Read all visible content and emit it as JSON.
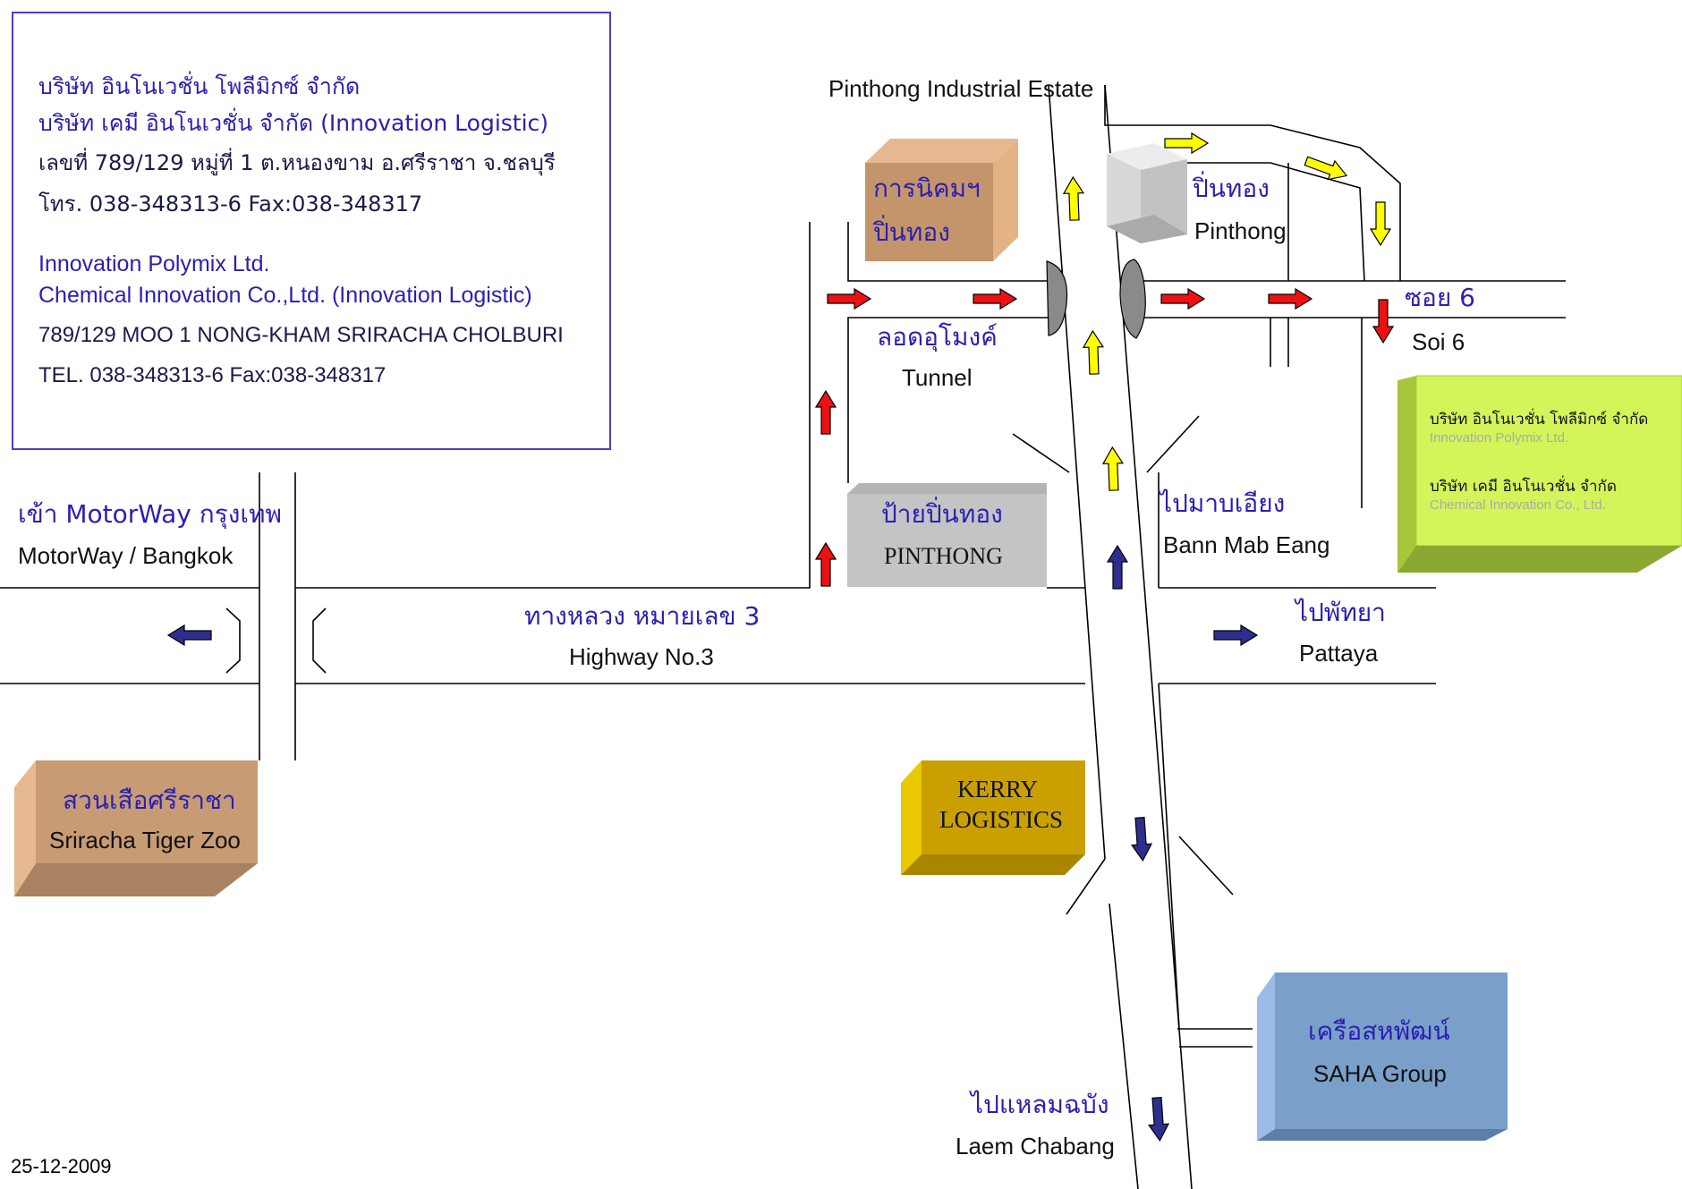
{
  "info": {
    "th_company1": "บริษัท อินโนเวชั่น โพลีมิกซ์ จำกัด",
    "th_company2": "บริษัท เคมี อินโนเวชั่น จำกัด  (Innovation Logistic)",
    "th_address": "เลขที่ 789/129 หมู่ที่ 1 ต.หนองขาม อ.ศรีราชา จ.ชลบุรี",
    "th_phone": "โทร. 038-348313-6 Fax:038-348317",
    "en_company1": "Innovation Polymix Ltd.",
    "en_company2": "Chemical Innovation Co.,Ltd. (Innovation Logistic)",
    "en_address": "789/129 MOO 1 NONG-KHAM SRIRACHA CHOLBURI",
    "en_phone": "TEL. 038-348313-6 Fax:038-348317"
  },
  "labels": {
    "estate": "Pinthong Industrial Estate",
    "nikom_th_1": "การนิคมฯ",
    "nikom_th_2": "ปิ่นทอง",
    "pinthong_th": "ปิ่นทอง",
    "pinthong_en": "Pinthong",
    "soi_th": "ซอย 6",
    "soi_en": "Soi 6",
    "tunnel_th": "ลอดอุโมงค์",
    "tunnel_en": "Tunnel",
    "sign_th": "ป้ายปิ่นทอง",
    "sign_en": "PINTHONG",
    "mabeang_th": "ไปมาบเอียง",
    "mabeang_en": "Bann Mab Eang",
    "motorway_th": "เข้า MotorWay กรุงเทพ",
    "motorway_en": "MotorWay / Bangkok",
    "highway_th": "ทางหลวง หมายเลข 3",
    "highway_en": "Highway No.3",
    "pattaya_th": "ไปพัทยา",
    "pattaya_en": "Pattaya",
    "zoo_th": "สวนเสือศรีราชา",
    "zoo_en": "Sriracha Tiger Zoo",
    "kerry_1": "KERRY",
    "kerry_2": "LOGISTICS",
    "saha_th": "เครือสหพัฒน์",
    "saha_en": "SAHA Group",
    "laem_th": "ไปแหลมฉบัง",
    "laem_en": "Laem Chabang",
    "date": "25-12-2009",
    "company_box": {
      "th1": "บริษัท อินโนเวชั่น โพลีมิกซ์ จำกัด",
      "en1": "Innovation Polymix Ltd.",
      "th2": "บริษัท เคมี อินโนเวชั่น จำกัด",
      "en2": "Chemical Innovation Co., Ltd."
    }
  },
  "colors": {
    "info_border": "#4b3ccf",
    "thai_text": "#2a1fb4",
    "arrow_red": "#ee1111",
    "arrow_yellow": "#ffff00",
    "arrow_navy": "#2e2e8e",
    "nikom_box": "#c4956a",
    "pinthong_box": "#d6d6d6",
    "sign_box": "#c4c4c4",
    "zoo_box": "#c79b74",
    "kerry_box": "#c9a000",
    "saha_box": "#7a9fc9",
    "company_box": "#d4f55a"
  },
  "icons": [
    "arrow-right-icon",
    "arrow-up-icon",
    "arrow-down-icon",
    "arrow-left-icon"
  ]
}
